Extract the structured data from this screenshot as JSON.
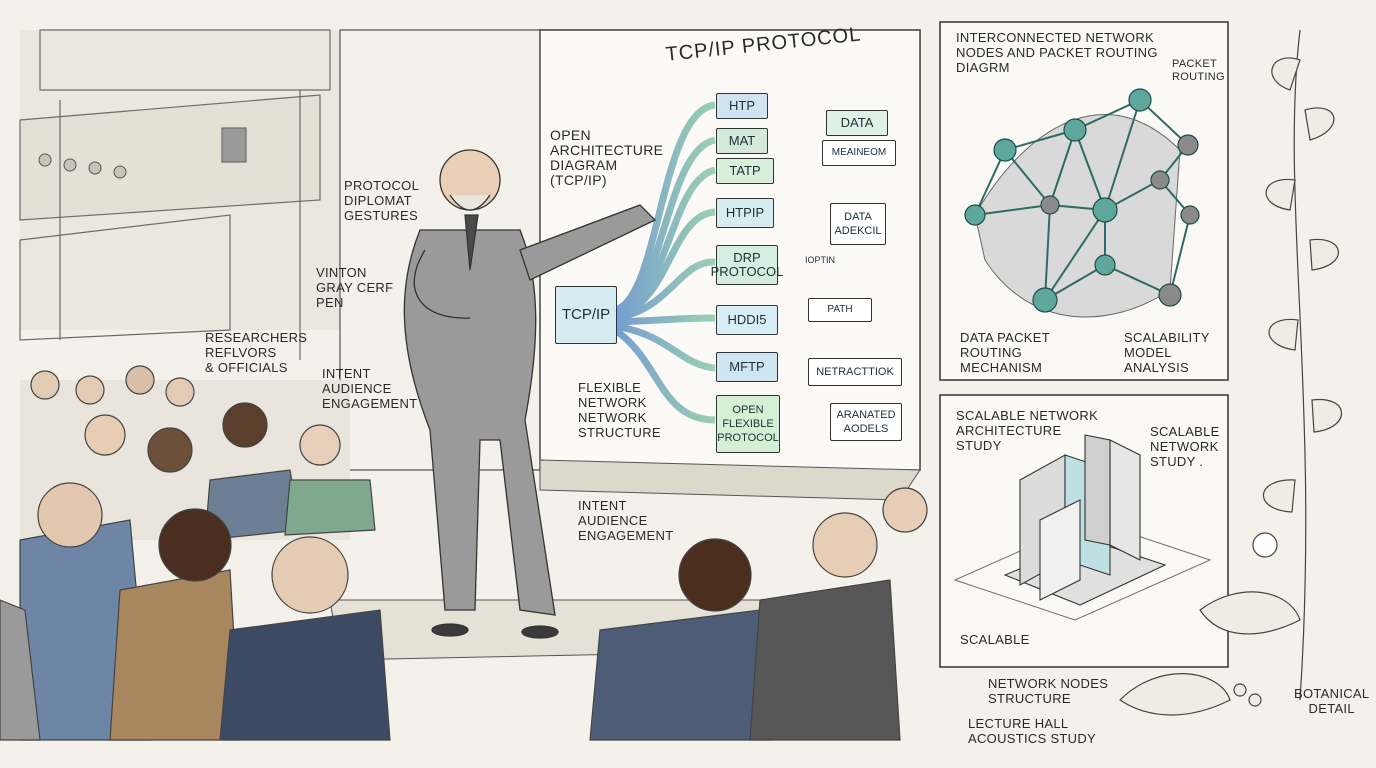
{
  "colors": {
    "paper": "#f4f1ea",
    "ink": "#2a2a2a",
    "teal": "#3a9a8f",
    "blue": "#4a7fc4",
    "green": "#7cc29a",
    "suit": "#8f8f8f"
  },
  "board": {
    "title": "TCP/IP PROTOCOL",
    "open_label": "OPEN\nARCHITECTURE\nDIAGRAM\n(TCP/IP)",
    "flex_label": "FLEXIBLE\nNETWORK\nNETWORK\nSTRUCTURE",
    "hub": "TCP/IP",
    "layers": [
      "HTP",
      "MAT",
      "TATP",
      "HTPIP",
      "DRP\nPROTOCOL",
      "HDDI5",
      "MFTP",
      "OPEN\nFLEXIBLE\nPROTOCOL"
    ],
    "side": [
      "DATA",
      "MEAINEOM",
      "DATA\nADEKCIL",
      "IOPTIN",
      "PATH",
      "NETRACTTIOK",
      "ARANATED\nAODELS"
    ]
  },
  "lecture": {
    "protocol_gestures": "PROTOCOL\nDIPLOMAT\nGESTURES",
    "speaker_pen": "VINTON\nGRAY CERF\nPEN",
    "researchers": "RESEARCHERS\nREFLVORS\n& OFFICIALS",
    "engagement_1": "INTENT\nAUDIENCE\nENGAGEMENT",
    "engagement_2": "INTENT\nAUDIENCE\nENGAGEMENT"
  },
  "panel_network": {
    "title": "INTERCONNECTED NETWORK\nNODES AND PACKET ROUTING\nDIAGRM",
    "packet_routing": "PACKET\nROUTING",
    "data_packet": "DATA PACKET\nROUTING\nMECHANISM",
    "scalability": "SCALABILITY\nMODEL\nANALYSIS"
  },
  "panel_arch": {
    "title": "SCALABLE NETWORK\nARCHITECTURE\nSTUDY",
    "side_label": "SCALABLE\nNETWORK\nSTUDY .",
    "scalable": "SCALABLE"
  },
  "footer": {
    "nodes_structure": "NETWORK NODES\nSTRUCTURE",
    "acoustics": "LECTURE HALL\nACOUSTICS STUDY",
    "botanical": "BOTANICAL\nDETAIL"
  }
}
